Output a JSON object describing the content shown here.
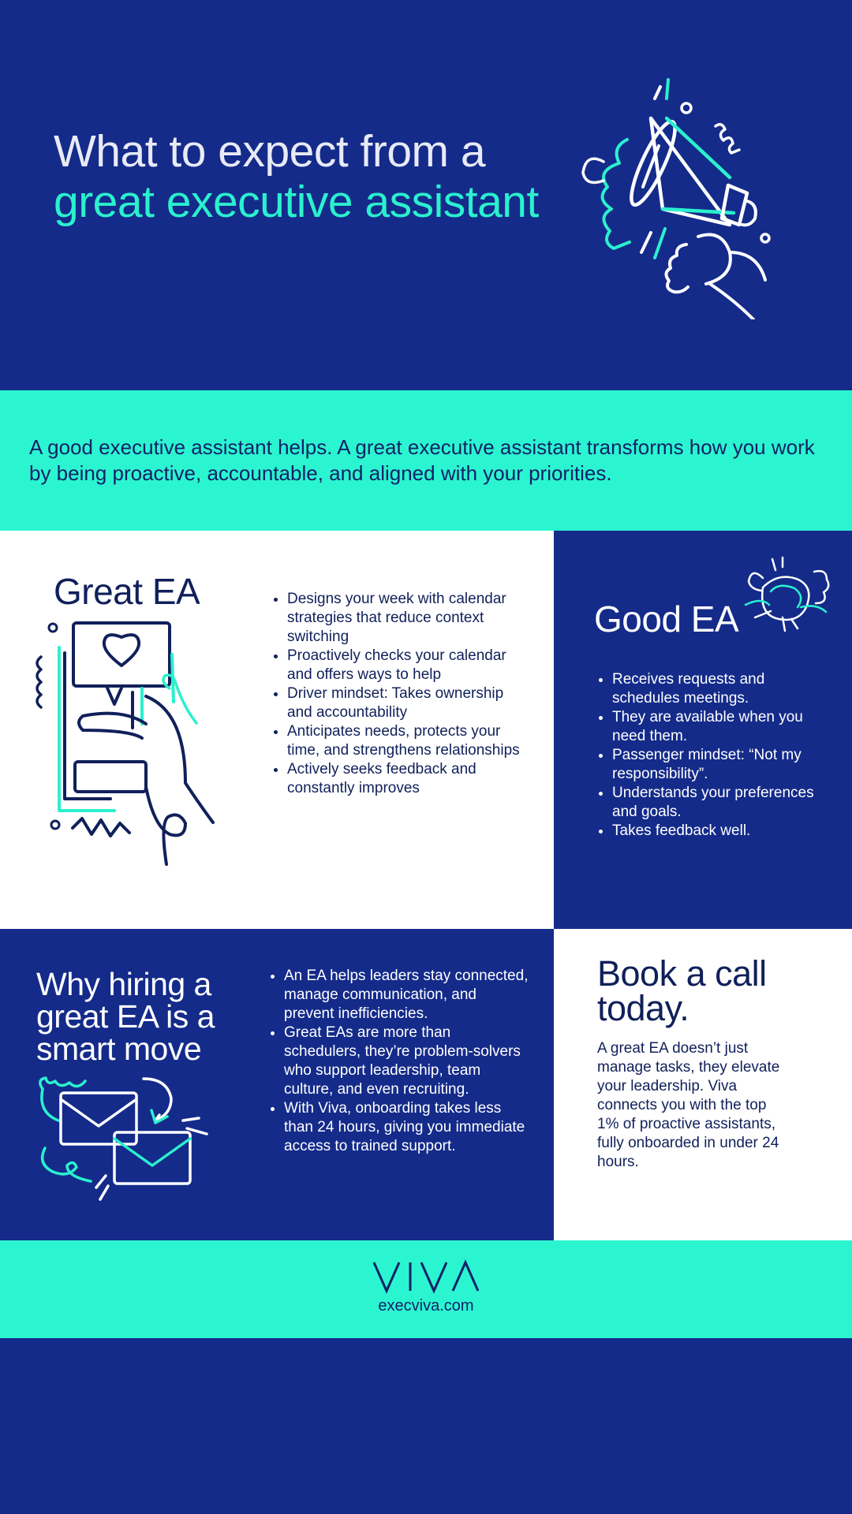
{
  "hero": {
    "title_line1": "What to expect from a",
    "title_line2": "great executive assistant",
    "icon": "megaphone-icon"
  },
  "intro": {
    "text": "A good executive assistant helps. A great executive assistant transforms how you work by being proactive, accountable, and aligned with your priorities."
  },
  "great_ea": {
    "title": "Great EA",
    "icon": "phone-heart-icon",
    "items": [
      "Designs your week with calendar strategies that reduce context switching",
      "Proactively checks your calendar and offers ways to help",
      "Driver mindset: Takes ownership and accountability",
      "Anticipates needs, protects your time, and strengthens relationships",
      "Actively seeks feedback and constantly improves"
    ]
  },
  "good_ea": {
    "title": "Good EA",
    "icon": "high-five-icon",
    "items": [
      "Receives requests and schedules meetings.",
      "They are available when you need them.",
      "Passenger mindset: “Not my responsibility”.",
      "Understands your preferences and goals.",
      "Takes feedback well."
    ]
  },
  "why": {
    "title": "Why hiring a great EA is a smart move",
    "icon": "envelopes-icon",
    "items": [
      "An EA helps leaders stay connected, manage communication, and prevent inefficiencies.",
      "Great EAs are more than schedulers, they’re problem-solvers who support leadership, team culture, and even recruiting.",
      "With Viva, onboarding takes less than 24 hours, giving you immediate access to trained support."
    ]
  },
  "book": {
    "title": "Book a call today.",
    "text": "A great EA doesn’t just manage tasks, they elevate your leadership. Viva connects you with the top 1% of proactive assistants, fully onboarded in under 24 hours."
  },
  "footer": {
    "logo_text": "VIVA",
    "url": "execviva.com"
  },
  "colors": {
    "navy": "#142B8A",
    "mint": "#2BF5D1",
    "dark_text": "#10205A",
    "white": "#FFFFFF"
  }
}
